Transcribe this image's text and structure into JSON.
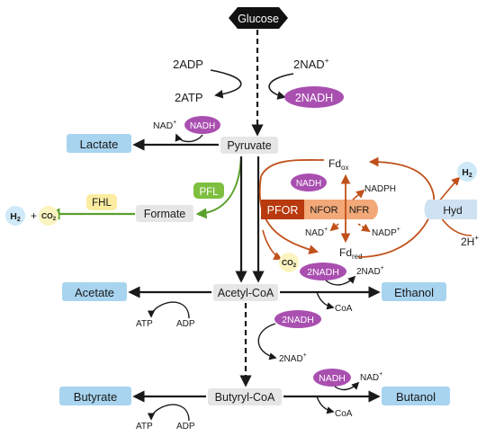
{
  "nodes": {
    "glucose": "Glucose",
    "pyruvate": "Pyruvate",
    "lactate": "Lactate",
    "formate": "Formate",
    "acetyl_coa": "Acetyl-CoA",
    "acetate": "Acetate",
    "ethanol": "Ethanol",
    "butyryl_coa": "Butyryl-CoA",
    "butyrate": "Butyrate",
    "butanol": "Butanol"
  },
  "cofactors": {
    "adp2": "2ADP",
    "atp2": "2ATP",
    "nad2": "2NAD",
    "nadh2_top": "2NADH",
    "nad_lactate": "NAD",
    "nadh_lactate": "NADH",
    "nadh_pfor": "NADH",
    "nadph": "NADPH",
    "nadp": "NADP",
    "nad_pfor": "NAD",
    "nadh2_ethanol": "2NADH",
    "nad2_ethanol": "2NAD",
    "coa_ethanol": "CoA",
    "atp_acetate": "ATP",
    "adp_acetate": "ADP",
    "nadh2_mid": "2NADH",
    "nad2_mid": "2NAD",
    "nadh_butanol": "NADH",
    "nad_butanol": "NAD",
    "coa_butanol": "CoA",
    "atp_butyrate": "ATP",
    "adp_butyrate": "ADP",
    "plus_sign": "+"
  },
  "enzymes": {
    "pfl": "PFL",
    "fhl": "FHL",
    "pfor": "PFOR",
    "nfor": "NFOR",
    "nfr": "NFR",
    "hyd": "Hyd"
  },
  "ferredoxin": {
    "fd": "Fd",
    "ox": "ox",
    "red": "red"
  },
  "gases": {
    "h": "H",
    "h_sub": "2",
    "co": "CO",
    "co_sub": "2",
    "two_h_plus": "2H",
    "plus": "+"
  },
  "colors": {
    "black": "#1a1a1a",
    "green": "#5aa02c",
    "rust": "#c0501a",
    "purple": "#a94fb0",
    "blue_box": "#a8d4f0",
    "grey_box": "#e6e6e6"
  }
}
